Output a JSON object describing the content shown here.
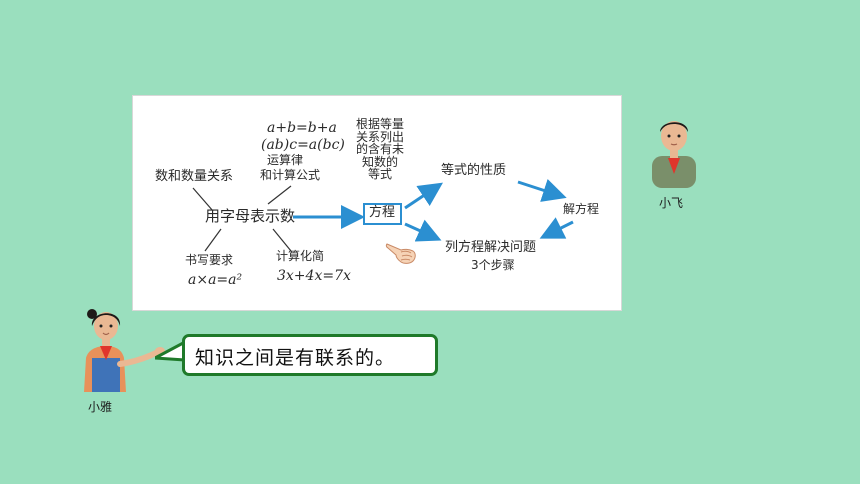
{
  "diagram": {
    "top_formulas": [
      "a+b=b+a",
      "(ab)c=a(bc)"
    ],
    "nodes": {
      "yunsuanlv": "运算律",
      "jisuan_gongshi": "和计算公式",
      "shu_he_shuliang": "数和数量关系",
      "center": "用字母表示数",
      "shuxie": "书写要求",
      "shuxie_formula": "a×a=a²",
      "jisuan_huajian": "计算化简",
      "huajian_formula": "3x+4x=7x",
      "gen_ju": [
        "根据等量",
        "关系列出",
        "的含有未",
        "知数的",
        "等式"
      ],
      "fangcheng": "方程",
      "dengshi_xingzhi": "等式的性质",
      "jie_fangcheng": "解方程",
      "liefangcheng": "列方程解决问题",
      "san_ge_buzhou": "3个步骤"
    }
  },
  "characters": {
    "boy_name": "小飞",
    "girl_name": "小雅"
  },
  "speech": {
    "text": "知识之间是有联系的。"
  },
  "colors": {
    "background": "#9adfbe",
    "arrow_blue": "#2b8fd1",
    "bubble_border": "#1f7a2a"
  },
  "icons": {
    "pointing_hand": "pointing-hand-icon"
  }
}
